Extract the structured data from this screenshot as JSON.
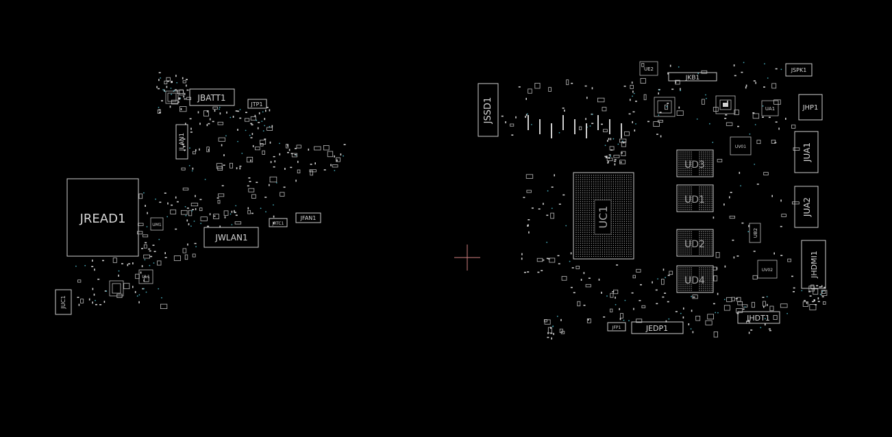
{
  "view": {
    "background": "#000000",
    "outline_color": "#cfcfcf",
    "via_color": "#46a9b8",
    "cursor_color": "#d08080"
  },
  "labels": {
    "jread1": "JREAD1",
    "jbatt1": "JBATT1",
    "jtp1": "JTP1",
    "jlan1": "JLAN1",
    "jwlan1": "JWLAN1",
    "jfan1": "JFAN1",
    "jrtc1": "JRTC1",
    "juc1": "JUC1",
    "um1": "UM1",
    "ul1": "UL1",
    "jssd1": "JSSD1",
    "ue2": "UE2",
    "jkb1": "JKB1",
    "jspk1": "JSPK1",
    "ua1": "UA1",
    "jhp1": "JHP1",
    "jua1": "JUA1",
    "jua2": "JUA2",
    "jhdmi1": "JHDMI1",
    "uc1": "UC1",
    "ud3": "UD3",
    "ud1": "UD1",
    "ud2": "UD2",
    "ud4": "UD4",
    "ub2": "UB2",
    "jhdt1": "JHDT1",
    "jedp1": "JEDP1",
    "jfp1": "JFP1",
    "uv01": "UV01",
    "uvu2": "UV02"
  }
}
